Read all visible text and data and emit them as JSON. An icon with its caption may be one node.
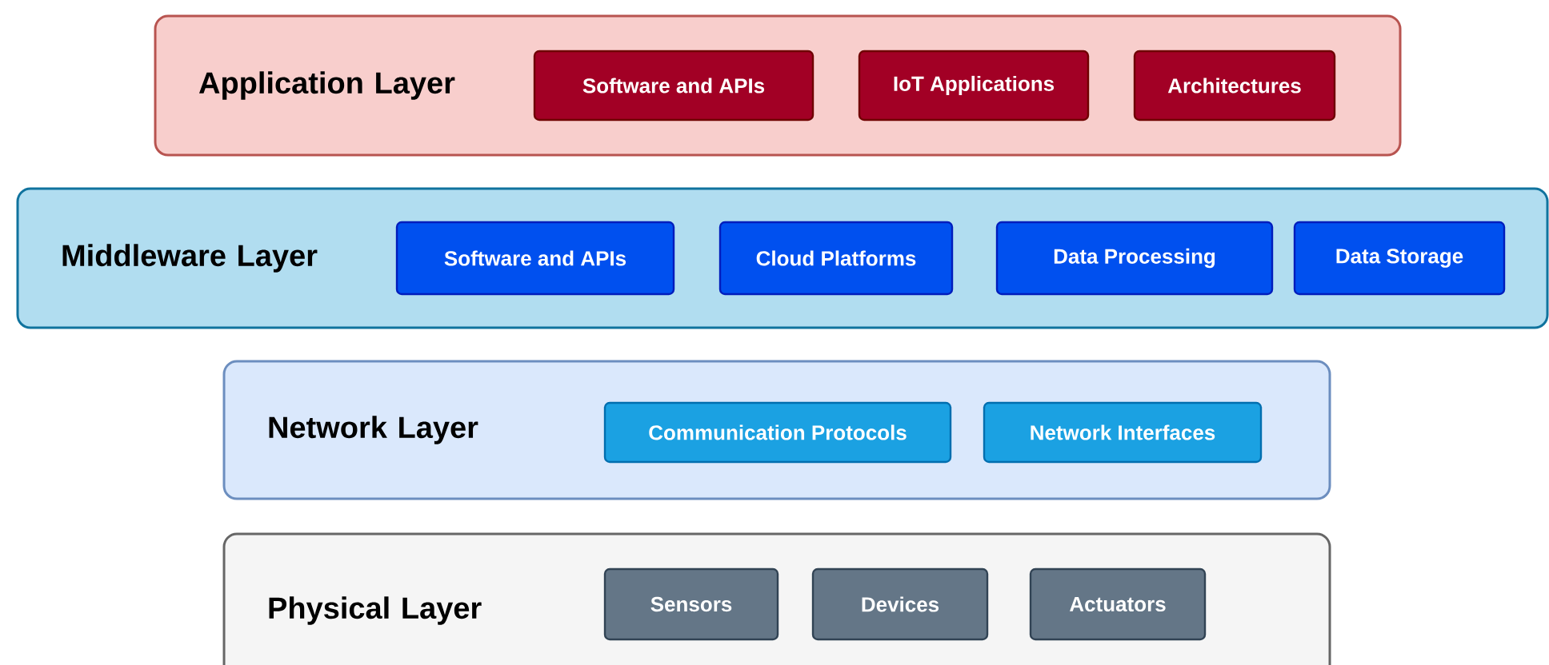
{
  "diagram": {
    "nodes": [
      {
        "text": [
          "Application Layer"
        ]
      },
      {
        "text": [
          "Software and APIs"
        ],
        "in": 0
      },
      {
        "text": [
          "IoT Applications"
        ],
        "in": 0
      },
      {
        "text": [
          "Architectures"
        ],
        "in": 0
      },
      {
        "text": [
          "Middleware Layer"
        ]
      },
      {
        "text": [
          "Software and APIs"
        ],
        "in": 4
      },
      {
        "text": [
          "Cloud Platforms"
        ],
        "in": 4
      },
      {
        "text": [
          "Data Processing"
        ],
        "in": 4
      },
      {
        "text": [
          "Data Storage"
        ],
        "in": 4
      },
      {
        "text": [
          "Network Layer"
        ]
      },
      {
        "text": [
          "Communication Protocols"
        ],
        "in": 9
      },
      {
        "text": [
          "Network Interfaces"
        ],
        "in": 9
      },
      {
        "text": [
          "Physical Layer"
        ]
      },
      {
        "text": [
          "Sensors"
        ],
        "in": 12
      },
      {
        "text": [
          "Devices"
        ],
        "in": 12
      },
      {
        "text": [
          "Actuators"
        ],
        "in": 12
      }
    ]
  }
}
